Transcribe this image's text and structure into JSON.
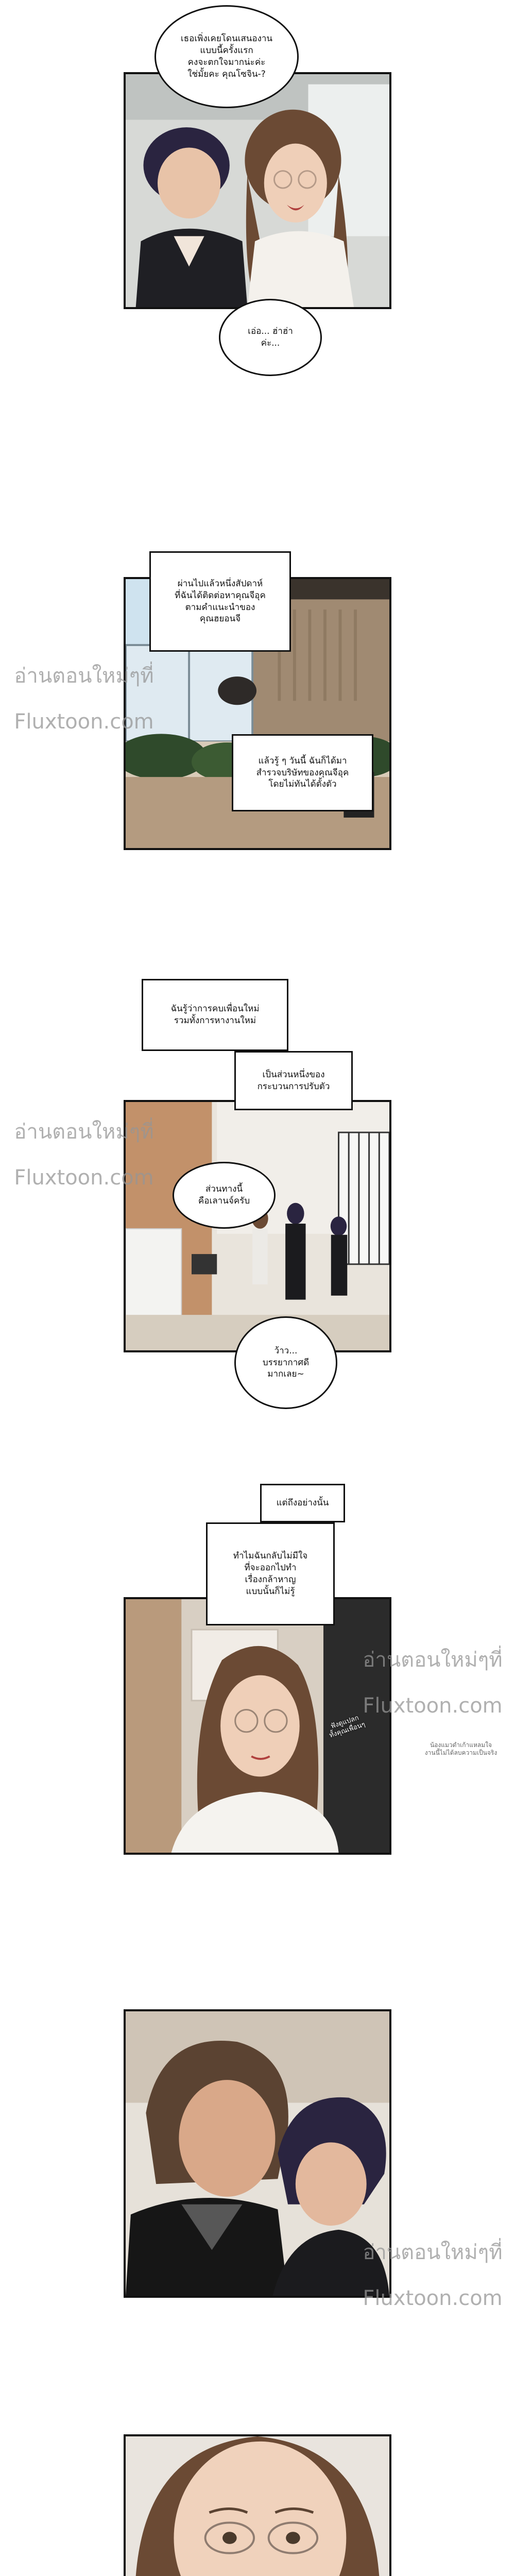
{
  "dialogue": {
    "b1": "เธอเพิ่งเคยโดนเสนองาน\nแบบนี้ครั้งแรก\nคงจะตกใจมากน่ะค่ะ\nใช่มั้ยคะ คุณโซจิน-?",
    "b2": "เอ่อ... ฮ่าฮ่า\nค่ะ...",
    "b3": "ผ่านไปแล้วหนึ่งสัปดาห์\nที่ฉันได้ติดต่อหาคุณจีอุค\nตามคำแนะนำของ\nคุณฮยอนจี",
    "b4": "แล้วรู้ ๆ วันนี้ ฉันก็ได้มา\nสำรวจบริษัทของคุณจีอุค\nโดยไม่ทันได้ตั้งตัว",
    "b5": "ฉันรู้ว่าการคบเพื่อนใหม่\nรวมทั้งการหางานใหม่",
    "b6": "เป็นส่วนหนึ่งของ\nกระบวนการปรับตัว",
    "b7": "ส่วนทางนี้\nคือเลานจ์ครับ",
    "b8": "ว้าว...\nบรรยากาศดี\nมากเลย~",
    "b9": "แต่ถึงอย่างนั้น",
    "b10": "ทำไมฉันกลับไม่มีใจ\nที่จะออกไปทำ\nเรื่องกล้าหาญ\nแบบนั้นก็ไม่รู้",
    "sfx": "ฟังดูแปลก\nทั้งคุณเพื่อนๆ",
    "credit": "น้องแมวดำเก้าแหลมใจ\nงานนี้ไม่ได้ลบความเป็นจริง"
  },
  "watermark": {
    "line1": "อ่านตอนใหม่ๆที่",
    "line2": "Fluxtoon.com"
  },
  "colors": {
    "ink": "#111111",
    "watermark": "#969696",
    "skin": "#e8c3a8",
    "hair_dark": "#2a2440",
    "hair_brown": "#6b4a34",
    "office_sky": "#cfe3ef"
  }
}
